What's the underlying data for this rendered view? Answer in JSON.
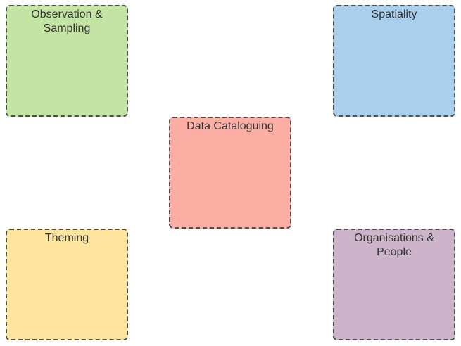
{
  "boxes": [
    {
      "label": "Observation &\nSampling",
      "color": "#c3e4a3"
    },
    {
      "label": "Spatiality",
      "color": "#a9cfed"
    },
    {
      "label": "Data Cataloguing",
      "color": "#fdaea5"
    },
    {
      "label": "Theming",
      "color": "#fee59e"
    },
    {
      "label": "Organisations &\nPeople",
      "color": "#cdb4cb"
    }
  ]
}
